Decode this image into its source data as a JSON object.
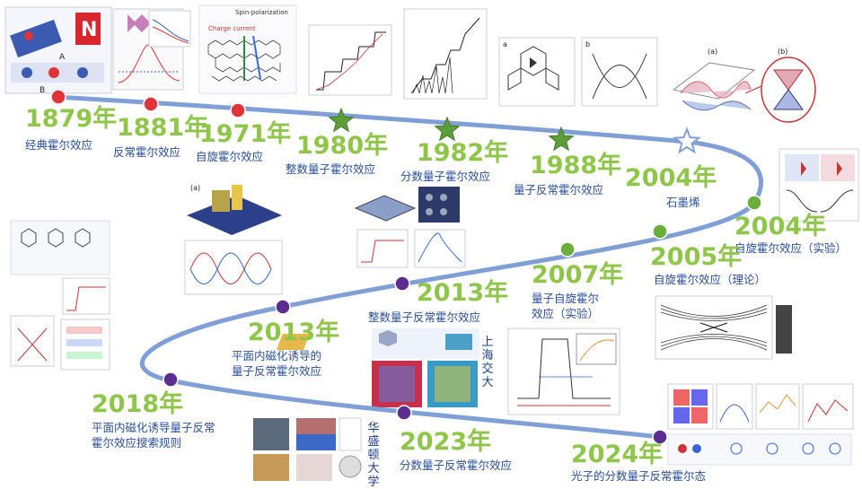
{
  "colors": {
    "curve": "#7f9fd6",
    "year_text": "#8fc64a",
    "label_text": "#2a4f9a",
    "dot_red": "#e0333a",
    "dot_green": "#6cae3c",
    "dot_purple": "#5b2d90",
    "star_green": "#5e9e3a",
    "star_outline": "#7f9fd6"
  },
  "milestones": [
    {
      "id": "m1879",
      "year": "1879年",
      "label": "经典霍尔效应",
      "marker": "red-dot"
    },
    {
      "id": "m1881",
      "year": "1881年",
      "label": "反常霍尔效应",
      "marker": "red-dot"
    },
    {
      "id": "m1971",
      "year": "1971年",
      "label": "自旋霍尔效应",
      "marker": "red-dot"
    },
    {
      "id": "m1980",
      "year": "1980年",
      "label": "整数量子霍尔效应",
      "marker": "green-star"
    },
    {
      "id": "m1982",
      "year": "1982年",
      "label": "分数量子霍尔效应",
      "marker": "green-star"
    },
    {
      "id": "m1988",
      "year": "1988年",
      "label": "量子反常霍尔效应",
      "marker": "green-star"
    },
    {
      "id": "m2004a",
      "year": "2004年",
      "label": "石墨烯",
      "marker": "outline-star"
    },
    {
      "id": "m2004b",
      "year": "2004年",
      "label": "自旋霍尔效应（实验）",
      "marker": "green-dot"
    },
    {
      "id": "m2005",
      "year": "2005年",
      "label": "自旋霍尔效应（理论）",
      "marker": "green-dot"
    },
    {
      "id": "m2007",
      "year": "2007年",
      "label_lines": [
        "量子自旋霍尔",
        "效应（实验）"
      ],
      "marker": "green-dot"
    },
    {
      "id": "m2013a",
      "year": "2013年",
      "label": "整数量子反常霍尔效应",
      "marker": "purple-dot"
    },
    {
      "id": "m2013b",
      "year": "2013年",
      "label_lines": [
        "平面内磁化诱导的",
        "量子反常霍尔效应"
      ],
      "marker": "purple-dot"
    },
    {
      "id": "m2018",
      "year": "2018年",
      "label_lines": [
        "平面内磁化诱导量子反常",
        "霍尔效应搜索规则"
      ],
      "marker": "purple-dot"
    },
    {
      "id": "m2023",
      "year": "2023年",
      "label": "分数量子反常霍尔效应",
      "marker": "purple-dot"
    },
    {
      "id": "m2024",
      "year": "2024年",
      "label": "光子的分数量子反常霍尔态",
      "marker": "purple-dot"
    }
  ],
  "side_labels": {
    "shanghai": "上海交大",
    "huasheng": "华盛顿大学"
  },
  "figure_text": {
    "panel_a": "(a)",
    "panel_b": "(b)",
    "panel_a_plain": "a",
    "panel_b_plain": "b",
    "spin_polarization": "Spin-polarization",
    "charge_current": "Charge current",
    "label_A": "A",
    "label_B": "B",
    "label_N": "N"
  }
}
